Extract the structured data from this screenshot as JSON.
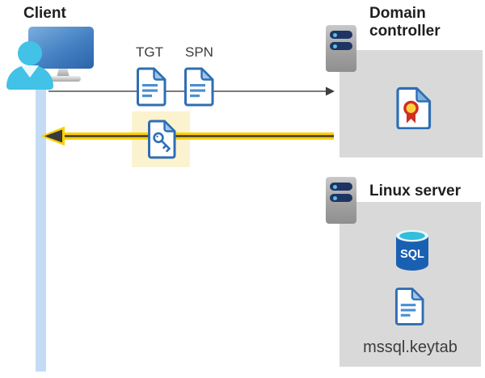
{
  "client": {
    "label": "Client"
  },
  "flow": {
    "tgt_label": "TGT",
    "spn_label": "SPN"
  },
  "domain_controller": {
    "title": "Domain controller"
  },
  "linux_server": {
    "title": "Linux server",
    "database_label": "SQL",
    "keytab_file_label": "mssql.keytab"
  },
  "colors": {
    "accent_yellow": "#ffd000",
    "highlight_background": "#fbf3d0",
    "panel_gray": "#d9d9d9",
    "icon_blue": "#2f6eb3",
    "timeline_blue": "#c4dbf6",
    "person_cyan": "#41c2e6",
    "sql_body_blue": "#1a60b2",
    "sql_top_cyan": "#33bedd",
    "certificate_red": "#cf2e20",
    "certificate_gold": "#ffd23c",
    "arrow_gray": "#4f4f4f",
    "server_bar_navy": "#1e3563"
  }
}
